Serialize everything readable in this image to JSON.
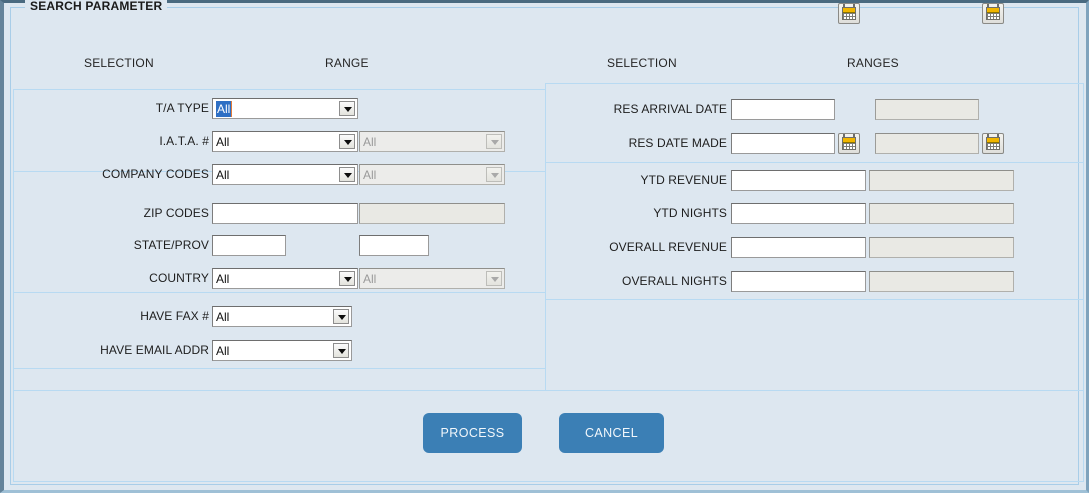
{
  "window": {
    "group_title": "SEARCH PARAMETER"
  },
  "headers": {
    "left_selection": "SELECTION",
    "left_range": "RANGE",
    "right_selection": "SELECTION",
    "right_ranges": "RANGES"
  },
  "left_fields": [
    {
      "label": "T/A TYPE",
      "type": "combo",
      "value": "All",
      "selected": true
    },
    {
      "label": "I.A.T.A. #",
      "type": "combo-pair",
      "value": "All",
      "value2": "All"
    },
    {
      "label": "COMPANY CODES",
      "type": "combo-pair",
      "value": "All",
      "value2": "All"
    },
    {
      "label": "ZIP CODES",
      "type": "text-pair",
      "value": "",
      "value2": ""
    },
    {
      "label": "STATE/PROV",
      "type": "text-two",
      "value": "",
      "value2": ""
    },
    {
      "label": "COUNTRY",
      "type": "combo-pair",
      "value": "All",
      "value2": "All"
    },
    {
      "label": "HAVE FAX #",
      "type": "combo",
      "value": "All"
    },
    {
      "label": "HAVE EMAIL ADDR",
      "type": "combo",
      "value": "All"
    }
  ],
  "right_fields": [
    {
      "label": "RES ARRIVAL DATE",
      "type": "date-pair",
      "value": "",
      "value2": ""
    },
    {
      "label": "RES  DATE MADE",
      "type": "date-pair",
      "value": "",
      "value2": ""
    },
    {
      "label": "YTD REVENUE",
      "type": "text-pair",
      "value": "",
      "value2": ""
    },
    {
      "label": "YTD NIGHTS",
      "type": "text-pair",
      "value": "",
      "value2": ""
    },
    {
      "label": "OVERALL REVENUE",
      "type": "text-pair",
      "value": "",
      "value2": ""
    },
    {
      "label": "OVERALL NIGHTS",
      "type": "text-pair",
      "value": "",
      "value2": ""
    }
  ],
  "buttons": {
    "process": "PROCESS",
    "cancel": "CANCEL"
  },
  "icons": {
    "calendar": "calendar-icon",
    "dropdown": "chevron-down-icon"
  },
  "colors": {
    "panel_background": "#dde7f0",
    "panel_border": "#b8daf2",
    "button_blue": "#3b7fb5",
    "selection_blue": "#2e6fc4",
    "calendar_gold": "#f0b500"
  }
}
